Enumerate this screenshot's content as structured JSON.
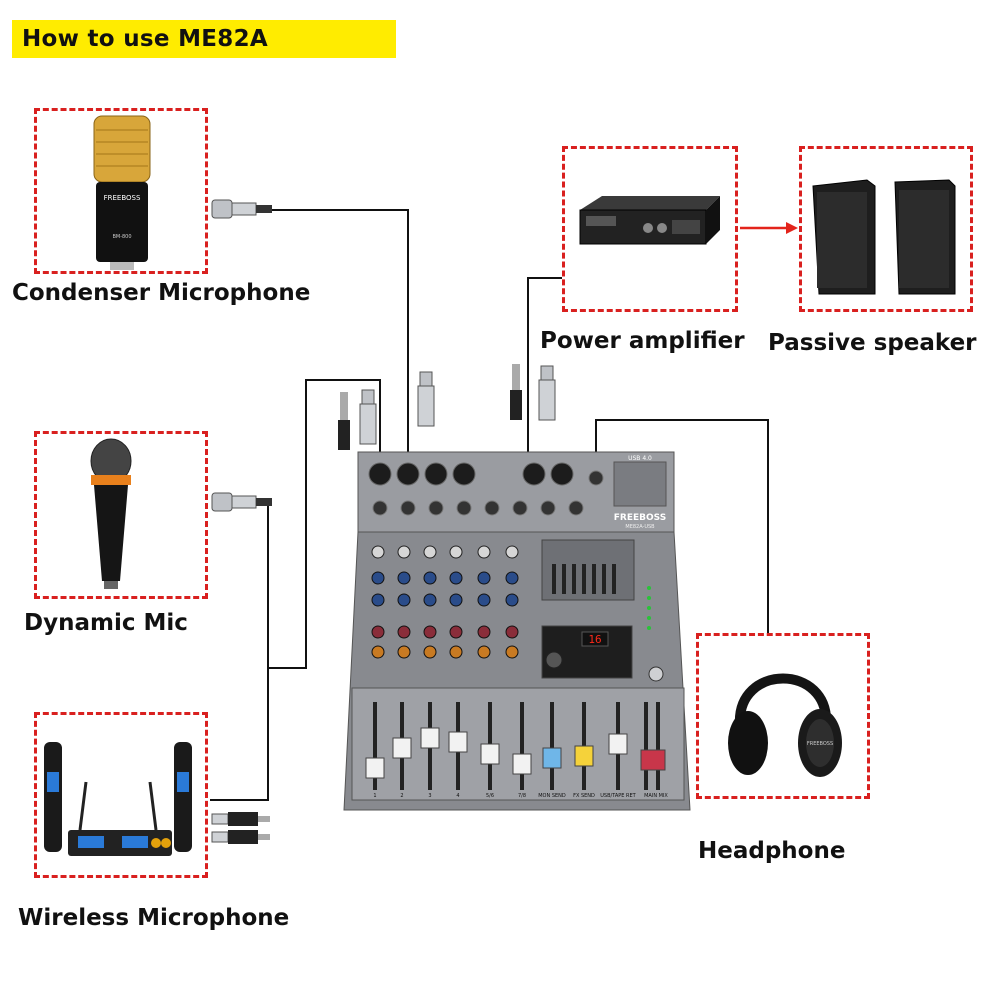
{
  "title": "How to use ME82A",
  "devices": {
    "condenser_mic": {
      "label": "Condenser Microphone",
      "brand": "FREEBOSS",
      "model": "BM-800"
    },
    "dynamic_mic": {
      "label": "Dynamic Mic"
    },
    "wireless_mic": {
      "label": "Wireless Microphone"
    },
    "power_amp": {
      "label": "Power amplifier"
    },
    "passive_speaker": {
      "label": "Passive speaker"
    },
    "headphone": {
      "label": "Headphone",
      "brand": "FREEBOSS"
    },
    "mixer": {
      "brand": "FREEBOSS",
      "model": "ME82A-USB",
      "display_value": "16",
      "usb_label": "USB 4.0",
      "channel_labels": [
        "1",
        "2",
        "3",
        "4",
        "5/6",
        "7/8",
        "MON SEND",
        "FX SEND",
        "USB/TAPE RET",
        "MAIN MIX"
      ]
    }
  },
  "colors": {
    "accent_box": "#d9201f",
    "banner": "#ffec00",
    "wire": "#111111",
    "mixer_body": "#8a8c91",
    "arrow": "#e3241b"
  }
}
